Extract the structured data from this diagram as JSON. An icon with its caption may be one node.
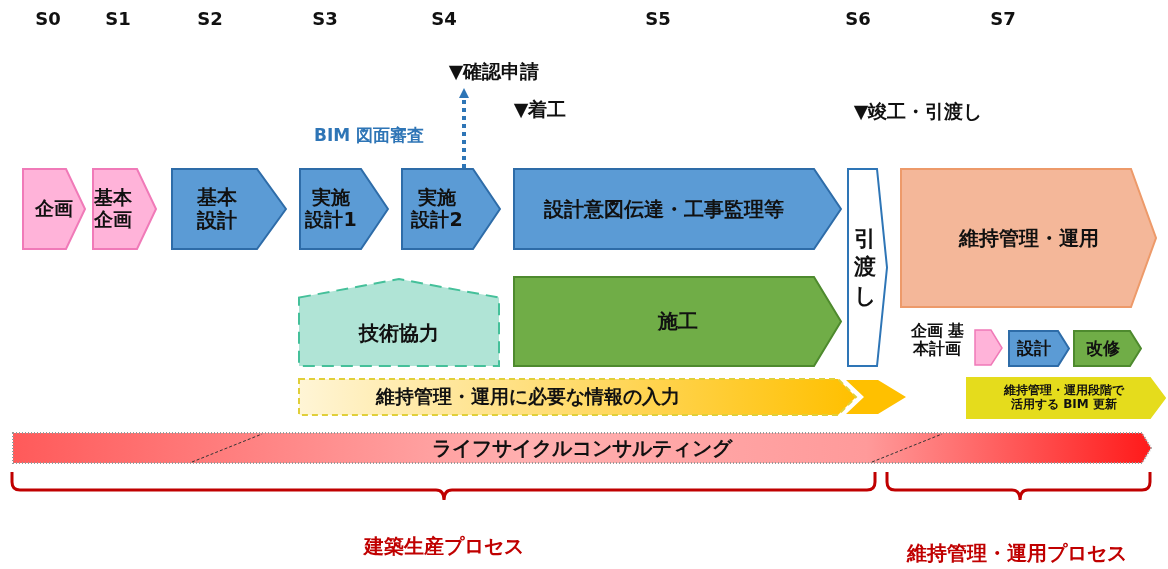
{
  "diagram": {
    "nodes": [
      {
        "text": [
          "企画"
        ]
      },
      {
        "text": [
          "基本企画"
        ]
      },
      {
        "text": [
          "基本設計"
        ]
      },
      {
        "text": [
          "実施設計1"
        ]
      },
      {
        "text": [
          "実施設計2"
        ]
      },
      {
        "text": [
          "▼確認申請"
        ]
      },
      {
        "text": [
          "設計意図伝達・工事監理等"
        ]
      },
      {
        "text": [
          "技術協力"
        ]
      },
      {
        "text": [
          "施工"
        ]
      },
      {
        "text": [
          "引渡し"
        ]
      },
      {
        "text": [
          "維持管理・運用"
        ]
      },
      {
        "text": [
          "企画 基本計画"
        ]
      },
      {
        "text": [
          "設計"
        ]
      },
      {
        "text": [
          "改修"
        ]
      },
      {
        "text": [
          "維持管理・運用に必要な情報の入力"
        ]
      },
      {
        "text": [
          "維持管理・運用段階で活用する BIM 更新"
        ]
      },
      {
        "text": [
          "ライフサイクルコンサルティング"
        ]
      }
    ],
    "edges": [
      {
        "from": 4,
        "to": 5,
        "arrow": "to",
        "label": "BIM 図面審査",
        "style": "dashed",
        "color": "#2e75b6"
      }
    ],
    "labels": [
      "S0",
      "S1",
      "S2",
      "S3",
      "S4",
      "S5",
      "S6",
      "S7",
      "▼着工",
      "▼竣工・引渡し",
      "建築生産プロセス",
      "維持管理・運用プロセス"
    ]
  }
}
